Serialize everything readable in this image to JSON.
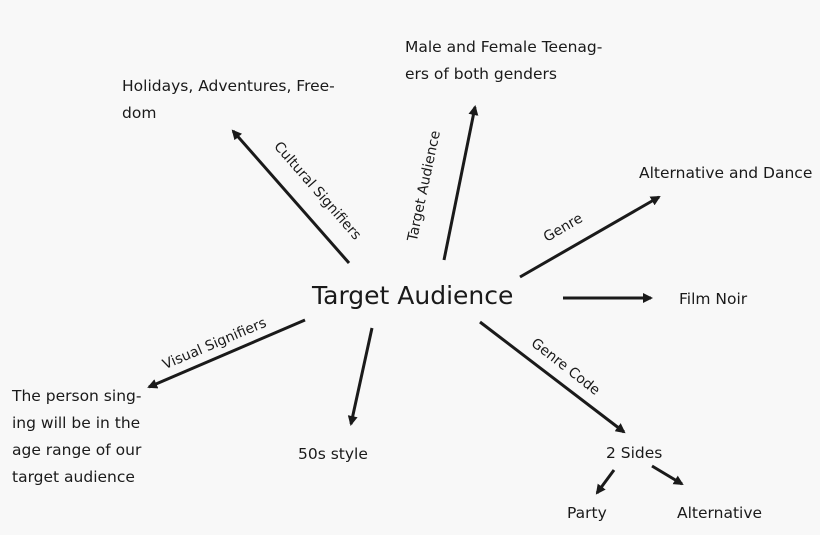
{
  "center": "Target Audience",
  "nodes": {
    "cultural": [
      "Holidays, Adventures, Free-",
      "dom"
    ],
    "audience": [
      "Male and Female Teenag-",
      "ers of both genders"
    ],
    "genre": "Alternative and Dance",
    "film": "Film Noir",
    "visual": [
      "The person sing-",
      "ing will be in the",
      "age range of our",
      "target audience"
    ],
    "style": "50s style",
    "sides": "2 Sides",
    "party": "Party",
    "alternative": "Alternative"
  },
  "edges": {
    "cultural": "Cultural Signifiers",
    "audience": "Target Audience",
    "genre": "Genre",
    "visual": "Visual Signifiers",
    "genre_code": "Genre Code"
  },
  "colors": {
    "ink": "#1a1a1a",
    "background": "#f8f8f8"
  }
}
